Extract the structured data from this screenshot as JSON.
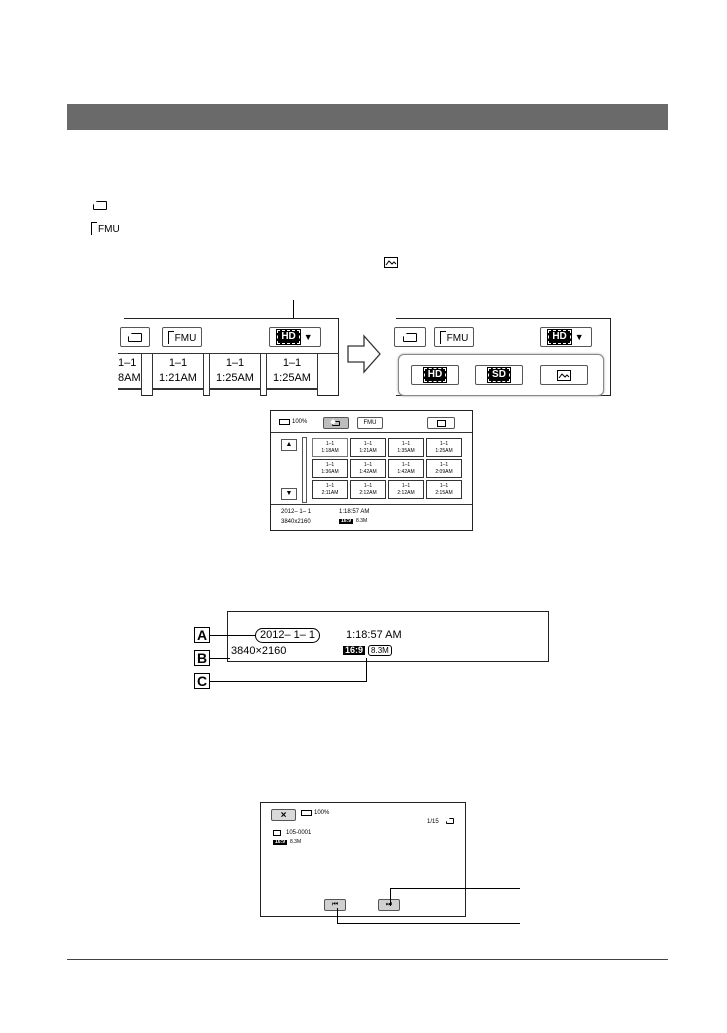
{
  "icons": {
    "memory": "memory-card-icon",
    "fmu": "fmu-icon",
    "photo": "photo-icon"
  },
  "legend": {
    "fmu_label": "FMU"
  },
  "hd_panel": {
    "fmu_label": "FMU",
    "hd_badge": "HD",
    "thumbs": [
      {
        "date": "1–1",
        "time": "8AM"
      },
      {
        "date": "1–1",
        "time": "1:21AM"
      },
      {
        "date": "1–1",
        "time": "1:25AM"
      },
      {
        "date": "1–1",
        "time": "1:25AM"
      }
    ]
  },
  "popup_panel": {
    "fmu_label": "FMU",
    "hd_badge": "HD",
    "options": [
      "HD",
      "SD"
    ]
  },
  "index_screen": {
    "battery": "100%",
    "fmu_label": "FMU",
    "thumbs": [
      {
        "date": "1–1",
        "time": "1:18AM"
      },
      {
        "date": "1–1",
        "time": "1:21AM"
      },
      {
        "date": "1–1",
        "time": "1:35AM"
      },
      {
        "date": "1–1",
        "time": "1:25AM"
      },
      {
        "date": "1–1",
        "time": "1:36AM"
      },
      {
        "date": "1–1",
        "time": "1:42AM"
      },
      {
        "date": "1–1",
        "time": "1:42AM"
      },
      {
        "date": "1–1",
        "time": "2:09AM"
      },
      {
        "date": "1–1",
        "time": "2:11AM"
      },
      {
        "date": "1–1",
        "time": "2:12AM"
      },
      {
        "date": "1–1",
        "time": "2:12AM"
      },
      {
        "date": "1–1",
        "time": "2:15AM"
      }
    ],
    "date": "2012– 1– 1",
    "time": "1:18:57 AM",
    "size": "3840x2160",
    "aspect": "16:9",
    "megapixels": "8.3M"
  },
  "detail": {
    "date": "2012– 1– 1",
    "time": "1:18:57 AM",
    "size": "3840×2160",
    "aspect": "16:9",
    "megapixels": "8.3M",
    "callouts": [
      "A",
      "B",
      "C"
    ]
  },
  "playback": {
    "close_label": "×",
    "battery": "100%",
    "counter": "1/15",
    "file": "105-0001",
    "aspect": "16:9",
    "megapixels": "8.3M",
    "prev_label": "⏮",
    "next_label": "⏭"
  }
}
